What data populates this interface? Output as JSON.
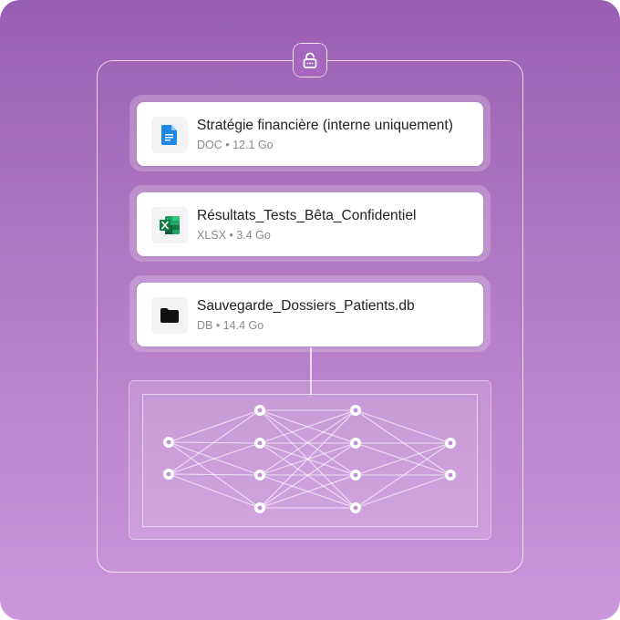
{
  "files": [
    {
      "name": "Stratégie financière (interne uniquement)",
      "meta": "DOC • 12.1 Go",
      "icon": "google-doc-icon",
      "color": "#1e88e5"
    },
    {
      "name": "Résultats_Tests_Bêta_Confidentiel",
      "meta": "XLSX • 3.4 Go",
      "icon": "excel-icon",
      "color": "#1d7044"
    },
    {
      "name": "Sauvegarde_Dossiers_Patients.db",
      "meta": "DB • 14.4 Go",
      "icon": "folder-icon",
      "color": "#111111"
    }
  ],
  "lock": {
    "icon": "lock-icon"
  },
  "network": {
    "icon": "neural-network-diagram",
    "layer_sizes": [
      2,
      4,
      4,
      2
    ]
  },
  "colors": {
    "background_top": "#9a5fb2",
    "background_bottom": "#cc97dd",
    "frame": "#ffffff"
  }
}
